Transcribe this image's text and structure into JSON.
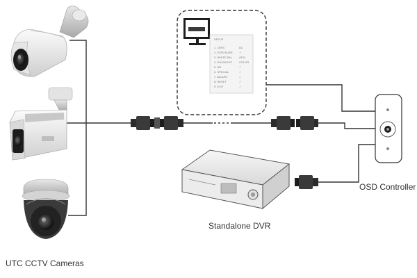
{
  "labels": {
    "cameras": "UTC CCTV Cameras",
    "dvr": "Standalone DVR",
    "controller": "OSD Controller"
  },
  "osd_menu": {
    "title": "SETUP",
    "items": [
      {
        "label": "1. LENS",
        "value": "DC"
      },
      {
        "label": "2. EXPOSURE",
        "value": "✓"
      },
      {
        "label": "3. WHITE BAL",
        "value": "ATW"
      },
      {
        "label": "4. DAY/NIGHT",
        "value": "COLOR"
      },
      {
        "label": "5. NR",
        "value": "✓"
      },
      {
        "label": "6. SPECIAL",
        "value": "✓"
      },
      {
        "label": "7. ADJUST",
        "value": "✓"
      },
      {
        "label": "8. RESET",
        "value": "✓"
      },
      {
        "label": "9. EXIT",
        "value": "✓"
      }
    ]
  },
  "colors": {
    "cable": "#333333",
    "device_body": "#f2f2f2",
    "device_dark": "#2b2b2b",
    "accent": "#cfcfcf"
  },
  "icons": [
    "bullet-camera-icon",
    "box-camera-icon",
    "dome-camera-icon",
    "monitor-icon",
    "bnc-connector-icon",
    "dvr-icon",
    "joystick-controller-icon"
  ]
}
